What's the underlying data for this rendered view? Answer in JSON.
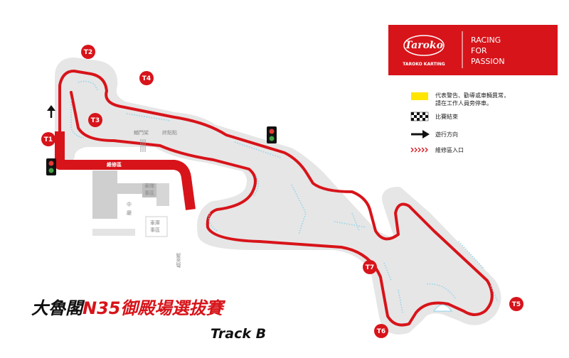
{
  "title": {
    "main": "大魯閣N35御殿場選拔賽",
    "sub": "Track B"
  },
  "brand": {
    "logo_text": "Taroko",
    "logo_sub": "TAROKO KARTING",
    "slogan_line1": "RACING",
    "slogan_line2": "FOR",
    "slogan_line3": "PASSION"
  },
  "legend": {
    "warning": "代表警告、勸導或車輛異常，",
    "warning_line2": "請在工作人員旁停車。",
    "finish": "比賽結束",
    "direction": "遊行方向",
    "pit_entry": "維修區入口"
  },
  "turns": [
    "T1",
    "T2",
    "T3",
    "T4",
    "T5",
    "T6",
    "T7"
  ],
  "labels": {
    "pit_lane": "維修區",
    "barrier1": "輔門架",
    "barrier2": "終點點",
    "hairpin": "髮夾彎",
    "middle": "中",
    "middle2": "廳",
    "building": "車庫",
    "building2": "事區",
    "box": "車隊",
    "box2": "事區"
  },
  "colors": {
    "brand_red": "#d7141a",
    "track_gray": "#e5e5e5",
    "curb_blue": "#8fd3ea",
    "flag_yellow": "#ffe500"
  }
}
